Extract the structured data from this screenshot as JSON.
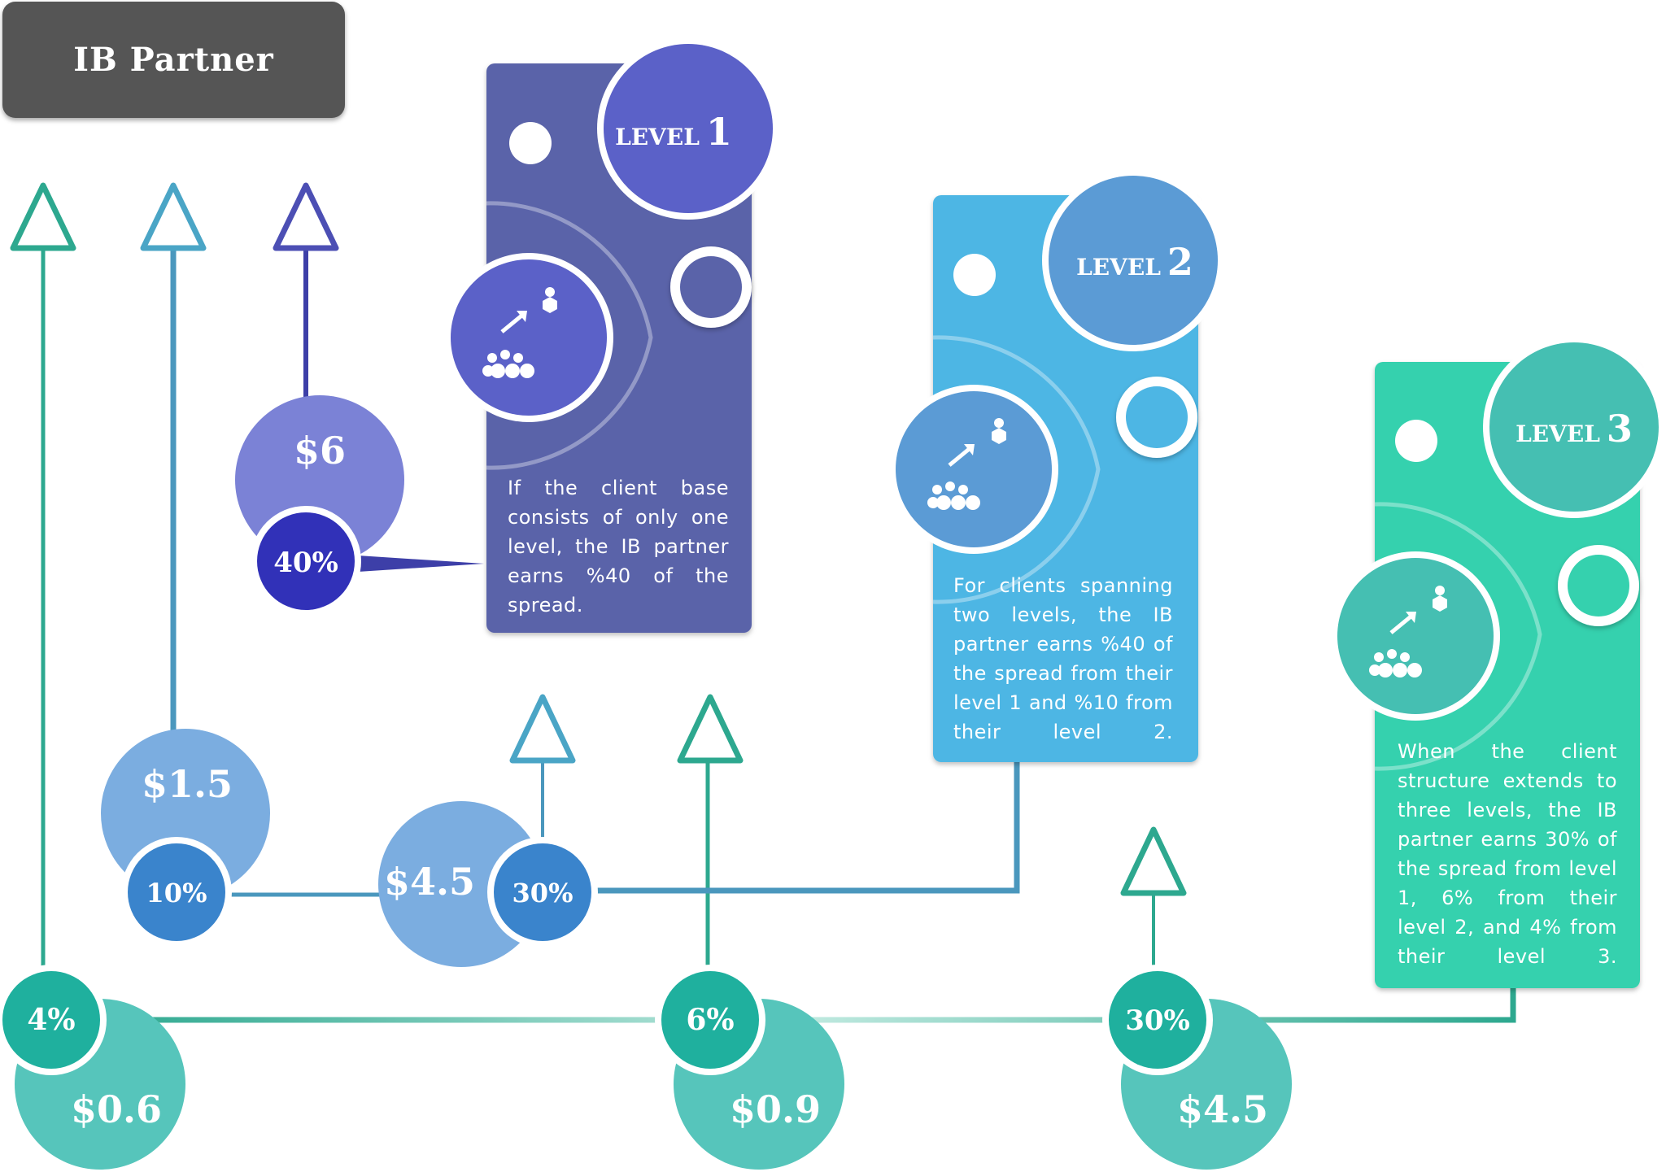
{
  "header": {
    "title": "IB Partner"
  },
  "levels": [
    {
      "badge_word": "LEVEL",
      "badge_number": "1",
      "description": "If the client base consists of only one level, the IB partner earns %40 of the spread.",
      "color": "#5A63A9",
      "icon": "client-network-icon"
    },
    {
      "badge_word": "LEVEL",
      "badge_number": "2",
      "description": "For clients spanning two levels, the IB partner earns %40 of the spread from their level 1 and %10 from their level 2.",
      "color": "#4DB6E4",
      "icon": "client-network-icon"
    },
    {
      "badge_word": "LEVEL",
      "badge_number": "3",
      "description": "When the client structure extends to three levels, the IB partner earns 30% of the spread from level 1, 6% from their level 2, and 4% from their level 3.",
      "color": "#35D1AE",
      "icon": "client-network-icon"
    }
  ],
  "earnings": {
    "level1": [
      {
        "percent": "40%",
        "amount": "$6"
      }
    ],
    "level2": [
      {
        "percent": "10%",
        "amount": "$1.5"
      },
      {
        "percent": "30%",
        "amount": "$4.5"
      }
    ],
    "level3": [
      {
        "percent": "4%",
        "amount": "$0.6"
      },
      {
        "percent": "6%",
        "amount": "$0.9"
      },
      {
        "percent": "30%",
        "amount": "$4.5"
      }
    ]
  },
  "palette": {
    "indigo_panel": "#5A63A9",
    "indigo_badge": "#5B61C8",
    "indigo_amount": "#7B82D6",
    "indigo_percent": "#3131B8",
    "blue_panel": "#4DB6E4",
    "blue_badge": "#5B9BD5",
    "blue_amount": "#7BADE0",
    "blue_percent": "#3A84CC",
    "teal_panel": "#35D1AE",
    "teal_badge": "#45BFB2",
    "teal_amount": "#56C5BB",
    "teal_percent": "#1FB09E",
    "header_bg": "#555555"
  }
}
